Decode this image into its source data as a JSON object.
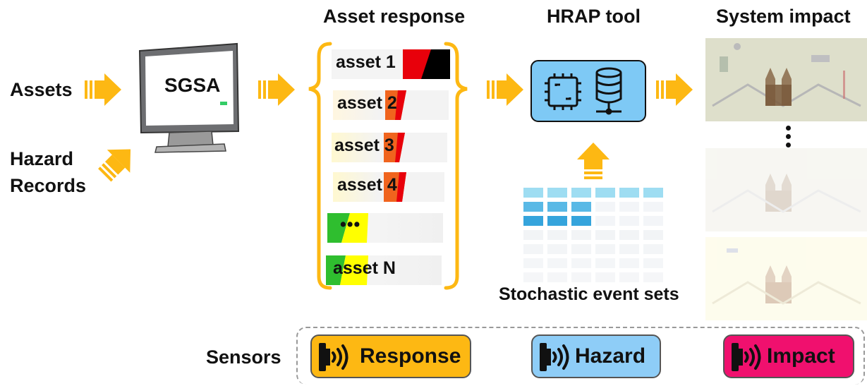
{
  "headers": {
    "asset_response": "Asset response",
    "hrap_tool": "HRAP tool",
    "system_impact": "System impact"
  },
  "inputs": {
    "assets": "Assets",
    "hazard_line1": "Hazard",
    "hazard_line2": "Records"
  },
  "monitor": {
    "label": "SGSA"
  },
  "assets": [
    {
      "label": "asset 1",
      "severity_color": "#e8000b"
    },
    {
      "label": "asset ",
      "num": "2",
      "severity_color": "#f0641e"
    },
    {
      "label": "asset ",
      "num": "3",
      "severity_color": "#f0641e"
    },
    {
      "label": "asset ",
      "num": "4",
      "severity_color": "#f0641e"
    },
    {
      "label": "•••",
      "severity_color": "#2fbe2f"
    },
    {
      "label": "asset N",
      "severity_color": "#2fbe2f"
    }
  ],
  "event_sets": {
    "label": "Stochastic event sets"
  },
  "sensors": {
    "title": "Sensors",
    "items": [
      {
        "label": "Response",
        "color": "#fdb813"
      },
      {
        "label": "Hazard",
        "color": "#8ecdf7"
      },
      {
        "label": "Impact",
        "color": "#f0106e"
      }
    ]
  },
  "colors": {
    "arrow": "#fdb813",
    "arrow_edge": "#e09a00",
    "brace": "#fdb813",
    "tool_box": "#7ec9f5"
  },
  "icons": [
    "cpu-chip-icon",
    "database-icon",
    "sensor-signal-icon",
    "computer-monitor-icon"
  ]
}
